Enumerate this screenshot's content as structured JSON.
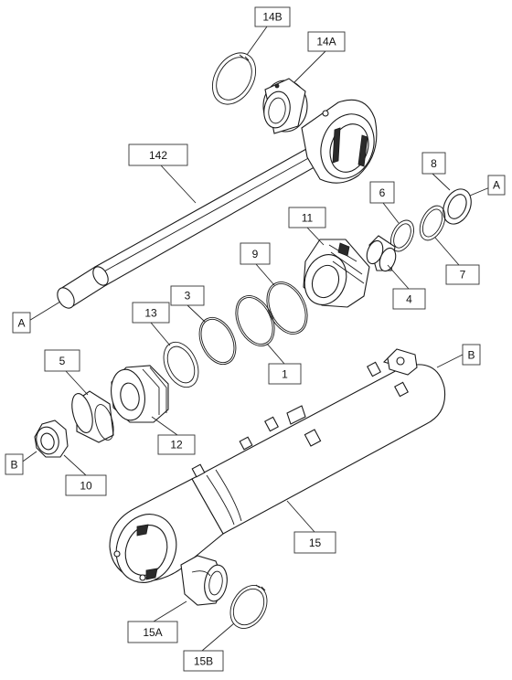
{
  "callouts": {
    "c14B": "14B",
    "c14A": "14A",
    "c142": "142",
    "c8": "8",
    "cA_top": "A",
    "c6": "6",
    "c11": "11",
    "c9": "9",
    "c7": "7",
    "c4": "4",
    "cA_left": "A",
    "c3": "3",
    "c13": "13",
    "c1": "1",
    "c5": "5",
    "cB_right": "B",
    "c12": "12",
    "cB_left": "B",
    "c10": "10",
    "c15": "15",
    "c15A": "15A",
    "c15B": "15B"
  }
}
